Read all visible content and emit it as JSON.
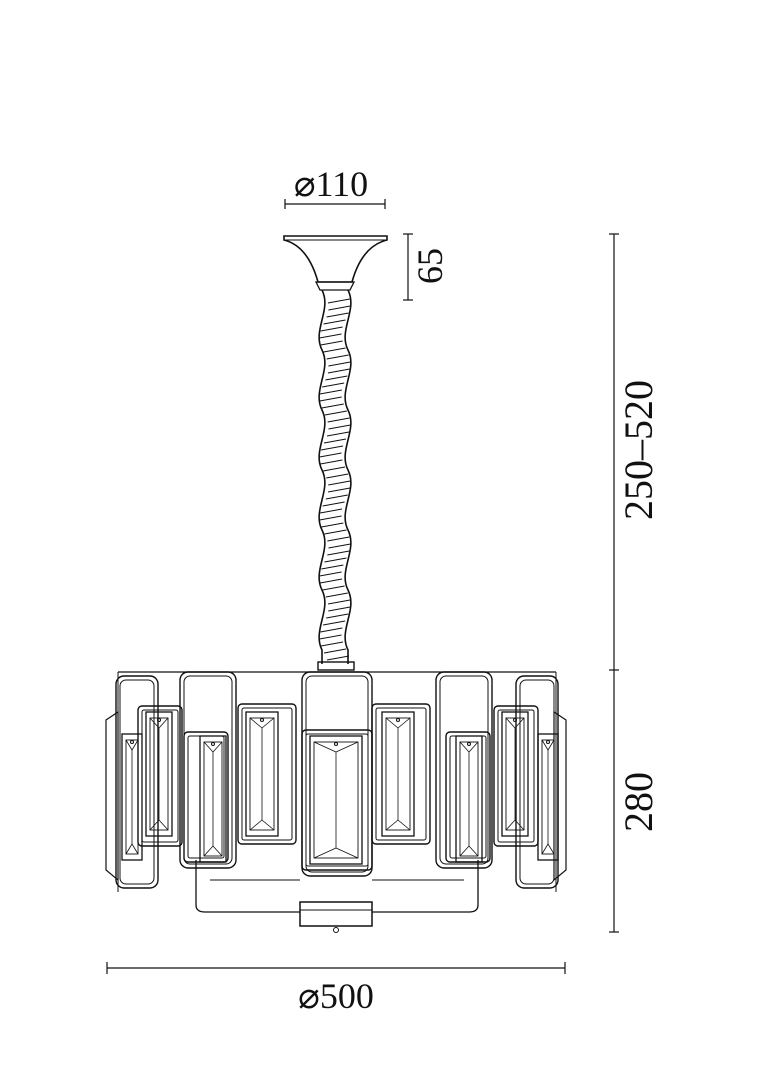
{
  "dimensions": {
    "canopy_diameter": "⌀110",
    "canopy_height": "65",
    "suspension_length": "250–520",
    "body_height": "280",
    "body_diameter": "⌀500"
  },
  "colors": {
    "line": "#111111",
    "background": "#ffffff"
  }
}
